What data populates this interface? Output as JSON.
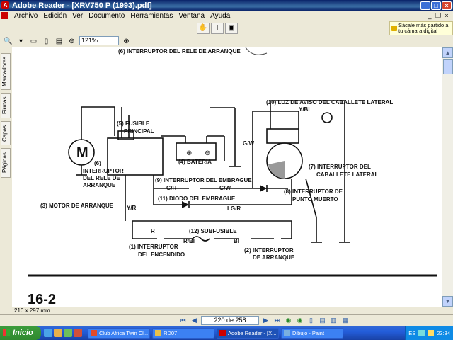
{
  "window": {
    "title": "Adobe Reader - [XRV750 P (1993).pdf]",
    "minimize": "_",
    "maximize": "□",
    "close": "×"
  },
  "menu": {
    "items": [
      "Archivo",
      "Edición",
      "Ver",
      "Documento",
      "Herramientas",
      "Ventana",
      "Ayuda"
    ]
  },
  "promo": {
    "text": "Sácale más partido a tu cámara digital"
  },
  "toolbar": {
    "zoom": "121%"
  },
  "sidebar": {
    "tabs": [
      "Marcadores",
      "Firmas",
      "Capas",
      "Páginas"
    ]
  },
  "document": {
    "title_top": "(6) INTERRUPTOR DEL RELE DE ARRANQUE",
    "labels": {
      "fusible_1": "(5) FUSIBLE",
      "fusible_2": "PRINCIPAL",
      "bateria": "(4) BATERIA",
      "luz_aviso": "(10) LUZ DE AVISO DEL CABALLETE LATERAL",
      "y_bl": "Y/BI",
      "g_w": "G/W",
      "interruptor_caballete_1": "(7) INTERRUPTOR DEL",
      "interruptor_caballete_2": "CABALLETE LATERAL",
      "rele_1": "(6)",
      "rele_2": "INTERRUPTOR",
      "rele_3": "DEL RELE DE",
      "rele_4": "ARRANQUE",
      "embrague": "(9) INTERRUPTOR DEL EMBRAGUE",
      "g_r": "G/R",
      "g_w2": "G/W",
      "punto_muerto_1": "(8) INTERRUPTOR DE",
      "punto_muerto_2": "PUNTO MUERTO",
      "motor": "(3) MOTOR DE ARRANQUE",
      "y_r": "Y/R",
      "diodo": "(11) DIODO DEL EMBRAGUE",
      "lg_r": "LG/R",
      "r": "R",
      "subfusible": "(12) SUBFUSIBLE",
      "r_bl": "R/BI",
      "bl": "BI",
      "encendido_1": "(1) INTERRUPTOR",
      "encendido_2": "DEL ENCENDIDO",
      "arranque_1": "(2) INTERRUPTOR",
      "arranque_2": "DE ARRANQUE",
      "motor_m": "M",
      "page_number": "16-2"
    }
  },
  "statusbar": {
    "page_size": "210 x 297 mm",
    "page": "220 de 258"
  },
  "taskbar": {
    "start": "Inicio",
    "tasks": [
      "Club Africa Twin Cl...",
      "RD07",
      "Adobe Reader - [X...",
      "Dibujo - Paint"
    ],
    "lang": "ES",
    "clock": "23:34"
  }
}
